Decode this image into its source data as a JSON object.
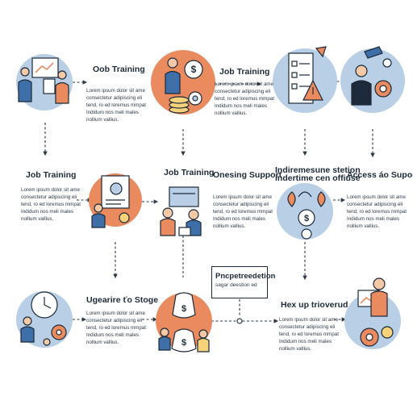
{
  "colors": {
    "blue_fill": "#b8cfe6",
    "orange_fill": "#ea8a5f",
    "dark": "#1c2a39",
    "arrow": "#2d3a48"
  },
  "nodes": [
    {
      "id": "n1",
      "title": "Oob Training",
      "text": "Lorem ipsum dolor sit ame\nconsectetur adipiscing eli\ntend, ro ed loremus mmpat\nIndidum nos meli males\nnollium vallius.",
      "icon": "presentation-people-icon",
      "fill": "blue"
    },
    {
      "id": "n2",
      "title": "Job Training",
      "text": "Lorem ipsum dolor sit ame\nconsectetur adipiscing eli\ntend, ro ed loremus mmpat\nIndidum nos meli males\nnollium vallius.",
      "icon": "coins-gear-person-icon",
      "fill": "orange"
    },
    {
      "id": "n3",
      "title": "",
      "text": "",
      "icon": "checklist-warning-icon",
      "fill": "blue"
    },
    {
      "id": "n4",
      "title": "",
      "text": "",
      "icon": "person-gears-icon",
      "fill": "blue"
    },
    {
      "id": "n5",
      "title": "Job Training",
      "text": "Lorem ipsum dolor sit ame\nconsectetur adipiscing eli\ntend, ro ed loremus mmpat\nIndidum nos meli males\nnollium vallius.",
      "icon": "",
      "fill": ""
    },
    {
      "id": "n6",
      "title": "",
      "text": "",
      "icon": "document-gear-person-icon",
      "fill": "orange"
    },
    {
      "id": "n7",
      "title": "Job Training",
      "text": "",
      "icon": "team-meeting-icon",
      "fill": "none"
    },
    {
      "id": "n8",
      "title": "Onesing Support",
      "text": "Lorem ipsum dolor sit ame\nconsectetur adipiscing eli\ntend, ro ed loremus mmpat\nIndidum nos meli males\nnollium vallius.",
      "icon": "",
      "fill": ""
    },
    {
      "id": "n9",
      "title": "Indiremesune stetion\nindertime cen offiuse",
      "text": "",
      "icon": "coins-plant-icon",
      "fill": "blue"
    },
    {
      "id": "n10",
      "title": "Access áo Suport",
      "text": "Lorem ipsum dolor sit ame\nconsectetur adipiscing eli\ntend, ro ed loremus mmpat\nIndidum nos meli males\nnollium vallius.",
      "icon": "",
      "fill": ""
    },
    {
      "id": "n11",
      "title": "",
      "text": "",
      "icon": "clock-people-icon",
      "fill": "blue"
    },
    {
      "id": "n12",
      "title": "Ugearire ťo Stoge",
      "text": "Lorem ipsum dolor sit ame\nconsectetur adipiscing eli\ntend, ro ed loremus mmpat\nIndidum nos meli males\nnollium vallius.",
      "icon": "",
      "fill": ""
    },
    {
      "id": "n13",
      "title": "",
      "text": "",
      "icon": "money-bags-people-icon",
      "fill": "orange"
    },
    {
      "id": "n14",
      "title": "Hex up trioverud",
      "text": "Lorem ipsum dolor sit ame\nconsectetur adipiscing eli\ntend, ro ed loremus mmpat\nIndidum nos meli males\nnollium vallius.",
      "icon": "",
      "fill": ""
    },
    {
      "id": "n15",
      "title": "",
      "text": "",
      "icon": "chart-gears-person-icon",
      "fill": "blue"
    }
  ],
  "callout": {
    "title": "Pncpetreedetion",
    "subtitle": "sagar deestion ed"
  }
}
